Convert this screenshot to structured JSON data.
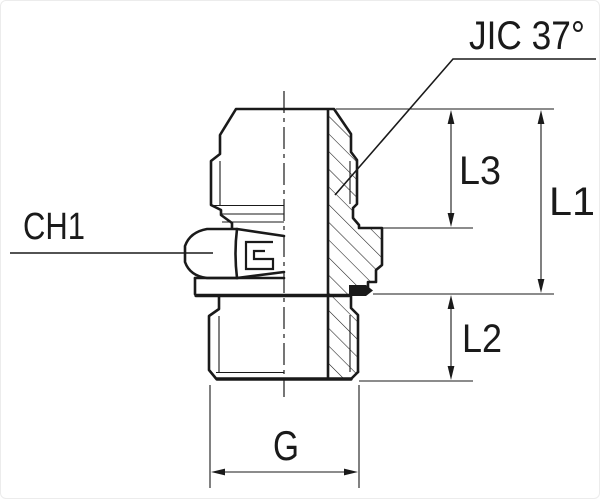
{
  "drawing": {
    "callouts": {
      "jic": "JIC 37°",
      "ch1": "CH1"
    },
    "dimensions": {
      "l1": "L1",
      "l2": "L2",
      "l3": "L3",
      "g": "G"
    },
    "colors": {
      "line": "#1a1a1a",
      "background": "#ffffff",
      "seal_fill": "#1a1a1a"
    }
  }
}
